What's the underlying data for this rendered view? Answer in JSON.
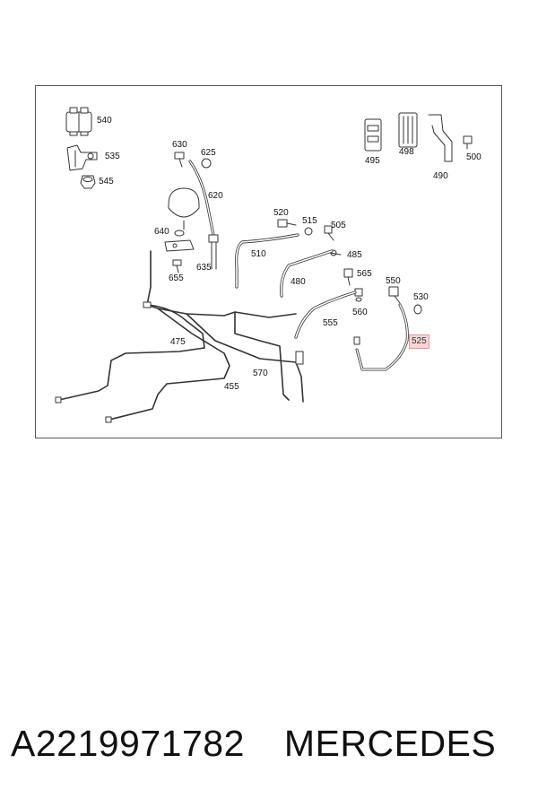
{
  "diagram": {
    "callouts": {
      "c540": "540",
      "c535": "535",
      "c545": "545",
      "c630": "630",
      "c625": "625",
      "c620": "620",
      "c640": "640",
      "c635": "635",
      "c655": "655",
      "c520": "520",
      "c515": "515",
      "c505": "505",
      "c510": "510",
      "c485": "485",
      "c565": "565",
      "c480": "480",
      "c560": "560",
      "c555": "555",
      "c550": "550",
      "c530": "530",
      "c525": "525",
      "c495": "495",
      "c498": "498",
      "c490": "490",
      "c500": "500",
      "c475": "475",
      "c570": "570",
      "c455": "455"
    },
    "highlighted": "525"
  },
  "footer": {
    "part_number": "A2219971782",
    "brand": "MERCEDES"
  }
}
